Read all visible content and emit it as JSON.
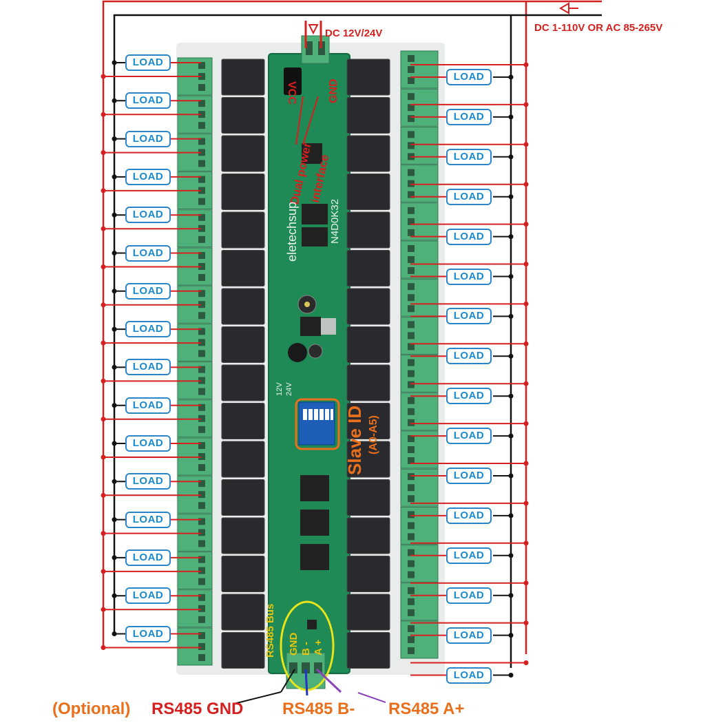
{
  "load_label": "LOAD",
  "left_load_count": 16,
  "right_load_count": 16,
  "power_input_label": "DC 12V/24V",
  "relay_supply_label": "DC 1-110V OR AC 85-265V",
  "vcc_label": "VCC",
  "gnd_label": "GND",
  "dual_power_label": "Dual power",
  "interface_label": "interface",
  "brand_label": "eletechsup",
  "model_label": "N4D0K32",
  "slave_id_label": "Slave ID",
  "slave_id_range": "(A0-A5)",
  "rs485_bus_label": "RS485 Bus",
  "terminal_labels": [
    "GND",
    "B -",
    "A +"
  ],
  "voltage_select": [
    "12V",
    "24V"
  ],
  "bottom_labels": {
    "optional": "(Optional)",
    "gnd": "RS485 GND",
    "b": "RS485 B-",
    "a": "RS485 A+"
  },
  "colors": {
    "wire_red": "#d62020",
    "wire_black": "#111111",
    "load_border": "#2a86c8",
    "pcb": "#1f8a55",
    "terminal": "#4fb07a",
    "relay": "#2a2a2e",
    "highlight_orange": "#e8701d",
    "highlight_yellow": "#e8e41a",
    "rs485_b_wire": "#2233cc",
    "rs485_a_wire": "#8844bb"
  }
}
